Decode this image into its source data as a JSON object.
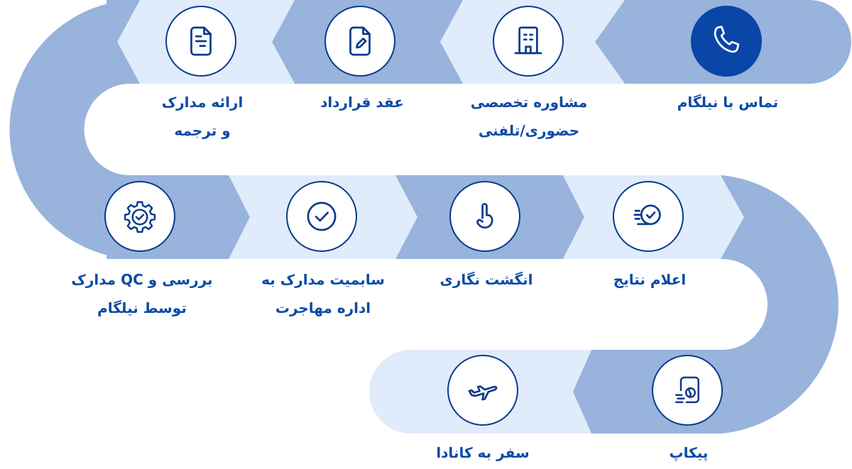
{
  "colors": {
    "band_dark": "#98b3dc",
    "band_light": "#e0ebfb",
    "icon_stroke": "#0a3a8c",
    "active_circle": "#0a46a8",
    "label_text": "#0b4aa6"
  },
  "steps": [
    {
      "order": 1,
      "label": "تماس با نیلگام",
      "icon": "phone-icon",
      "active": true
    },
    {
      "order": 2,
      "label": "مشاوره تخصصی حضوری/تلفنی",
      "label_lines": [
        "مشاوره تخصصی",
        "حضوری/تلفنی"
      ],
      "icon": "building-icon"
    },
    {
      "order": 3,
      "label": "عقد قرارداد",
      "icon": "document-edit-icon"
    },
    {
      "order": 4,
      "label": "ارائه مدارک و ترجمه",
      "label_lines": [
        "ارائه مدارک",
        "و ترجمه"
      ],
      "icon": "document-text-icon"
    },
    {
      "order": 5,
      "label": "بررسی و QC مدارک توسط نیلگام",
      "label_lines": [
        "بررسی و QC مدارک",
        "توسط نیلگام"
      ],
      "icon": "gear-check-icon"
    },
    {
      "order": 6,
      "label": "سابمیت مدارک به اداره مهاجرت",
      "label_lines": [
        "سابمیت مدارک به",
        "اداره مهاجرت"
      ],
      "icon": "check-circle-icon"
    },
    {
      "order": 7,
      "label": "انگشت نگاری",
      "icon": "finger-pointer-icon"
    },
    {
      "order": 8,
      "label": "اعلام نتایج",
      "icon": "fast-check-icon"
    },
    {
      "order": 9,
      "label": "پیکاپ",
      "icon": "passport-globe-icon"
    },
    {
      "order": 10,
      "label": "سفر به کانادا",
      "icon": "airplane-icon"
    }
  ]
}
